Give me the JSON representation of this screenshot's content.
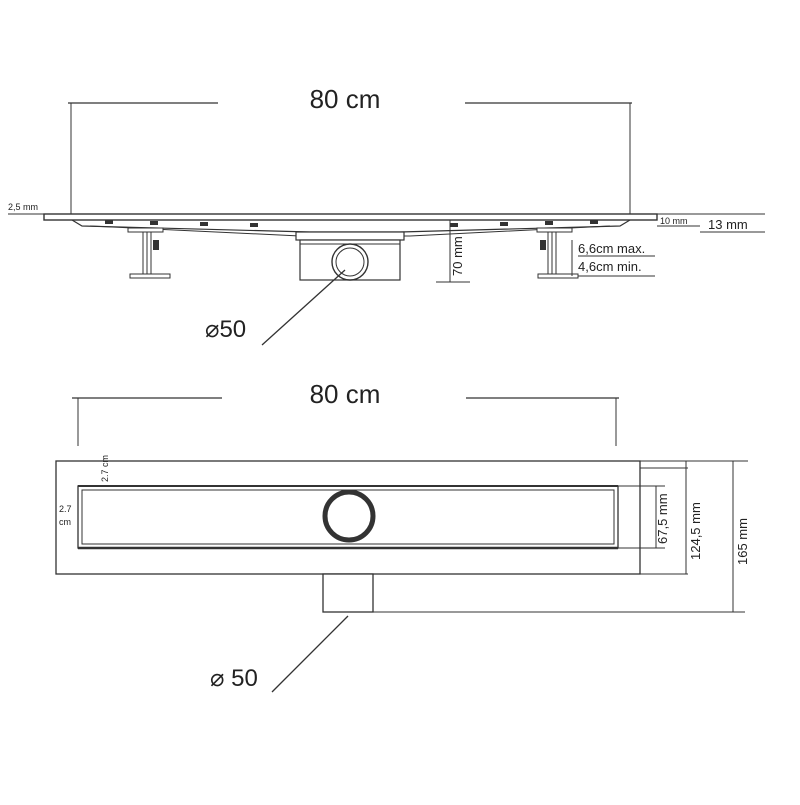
{
  "side_view": {
    "width_label": "80 cm",
    "grate_thickness_label": "2,5 mm",
    "rim_label": "10 mm",
    "total_rim_label": "13 mm",
    "foot_max_label": "6,6cm max.",
    "foot_min_label": "4,6cm min.",
    "outlet_height_label": "70 mm",
    "pipe_label": "⌀50"
  },
  "top_view": {
    "width_label": "80 cm",
    "flange_top_label": "2.7 cm",
    "flange_left_label": "2.7 cm",
    "channel_width_label": "67,5 mm",
    "frame_width_label": "124,5 mm",
    "total_width_label": "165 mm",
    "pipe_label": "⌀ 50"
  },
  "colors": {
    "line": "#333333",
    "text": "#222222",
    "background": "#ffffff"
  }
}
